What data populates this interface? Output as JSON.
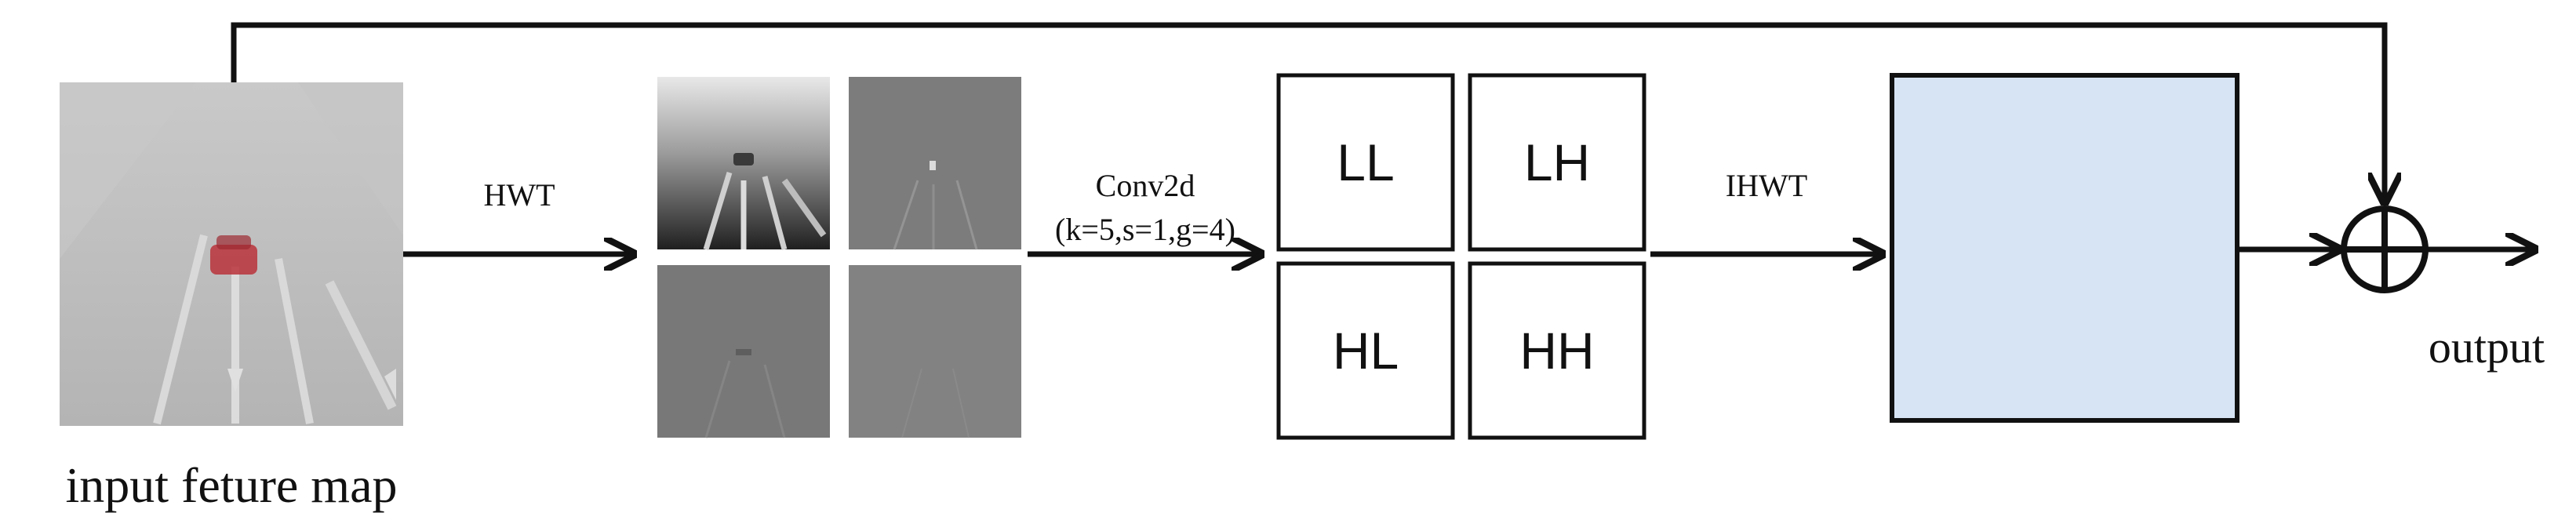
{
  "labels": {
    "input": "input feture map",
    "hwt": "HWT",
    "conv_line1": "Conv2d",
    "conv_line2": "(k=5,s=1,g=4)",
    "ihwt": "IHWT",
    "output": "output"
  },
  "subbands": {
    "ll": "LL",
    "lh": "LH",
    "hl": "HL",
    "hh": "HH"
  },
  "colors": {
    "stroke": "#111111",
    "output_block_fill": "#d6e4f4",
    "fog": "#bdbdbd",
    "car": "#b8323a"
  }
}
